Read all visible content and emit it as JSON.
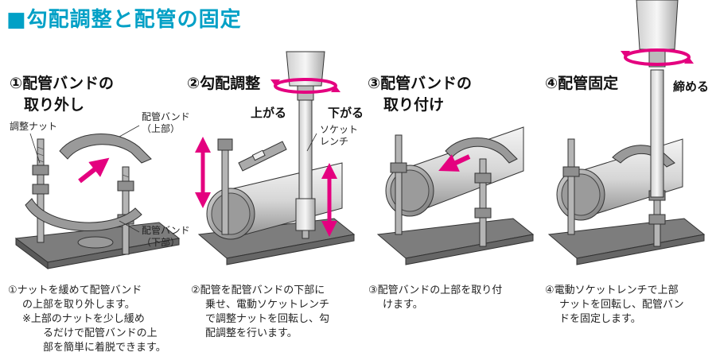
{
  "title": "■勾配調整と配管の固定",
  "steps": [
    {
      "heading_line1": "①配管バンドの",
      "heading_line2": "取り外し",
      "labels": {
        "nut": "調整ナット",
        "band_upper": "配管バンド\n（上部）",
        "band_lower": "配管バンド\n（下部）"
      },
      "desc": [
        "①ナットを緩めて配管バンド",
        "の上部を取り外します。",
        "※上部のナットを少し緩め",
        "るだけで配管バンドの上",
        "部を簡単に着脱できます。"
      ]
    },
    {
      "heading_line1": "②勾配調整",
      "labels": {
        "up": "上がる",
        "down": "下がる",
        "socket_wrench": "ソケット\nレンチ"
      },
      "desc": [
        "②配管を配管バンドの下部に",
        "乗せ、電動ソケットレンチ",
        "で調整ナットを回転し、勾",
        "配調整を行います。"
      ]
    },
    {
      "heading_line1": "③配管バンドの",
      "heading_line2": "取り付け",
      "desc": [
        "③配管バンドの上部を取り付",
        "けます。"
      ]
    },
    {
      "heading_line1": "④配管固定",
      "labels": {
        "tighten": "締める"
      },
      "desc": [
        "④電動ソケットレンチで上部",
        "ナットを回転し、配管バン",
        "ドを固定します。"
      ]
    }
  ],
  "colors": {
    "title": "#00a0c6",
    "arrow": "#e4007f"
  }
}
